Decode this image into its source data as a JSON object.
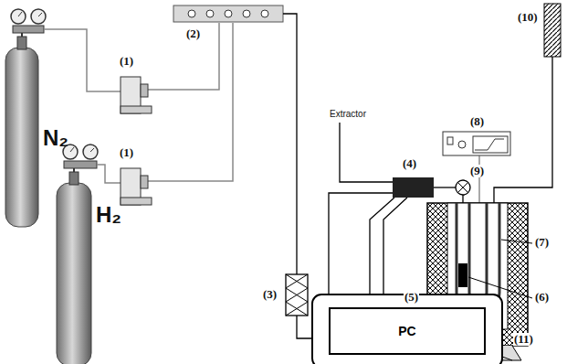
{
  "diagram": {
    "nodes": [
      {
        "text": [
          "PC"
        ]
      }
    ],
    "labels": [
      "N₂",
      "H₂",
      "(1)",
      "(1)",
      "(2)",
      "(3)",
      "Extractor",
      "(4)",
      "(8)",
      "(10)",
      "(9)",
      "(7)",
      "(6)",
      "(5)",
      "(11)"
    ]
  }
}
